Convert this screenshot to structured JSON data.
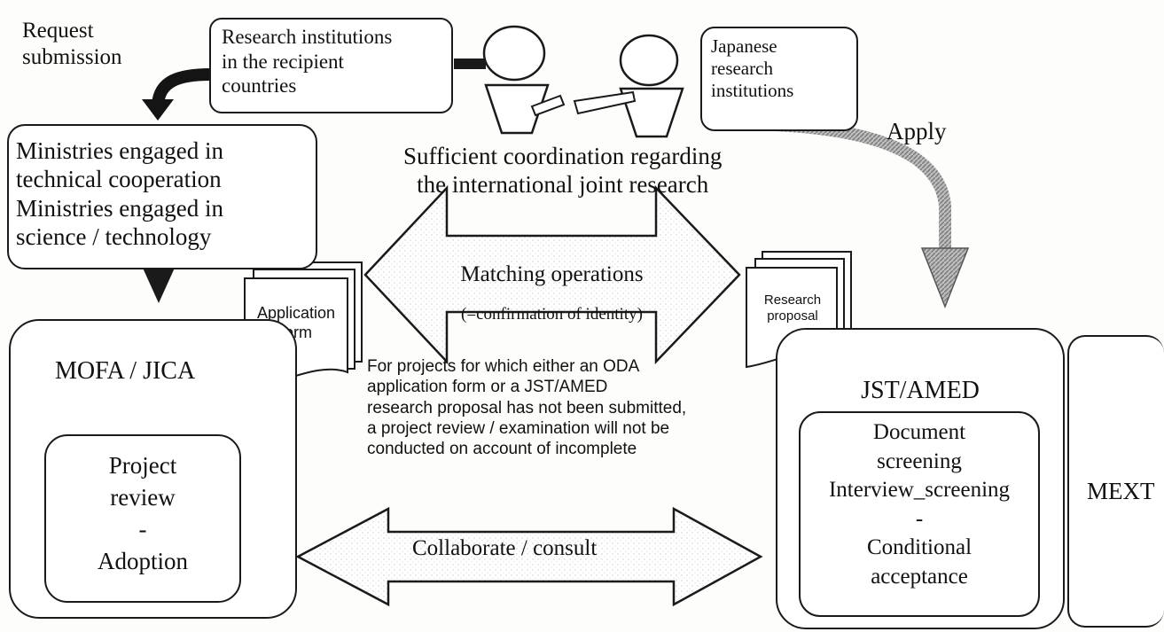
{
  "labels": {
    "request_submission": "Request\nsubmission",
    "apply": "Apply",
    "coordination": "Sufficient coordination regarding\nthe international joint research",
    "note": "For projects for which either an ODA\napplication    form or a JST/AMED\nresearch proposal has not been submitted,\na project review / examination will not be\nconducted on account of incomplete"
  },
  "boxes": {
    "recipient": "Research institutions\nin the recipient\ncountries",
    "japanese": "Japanese\nresearch\ninstitutions",
    "ministries": "Ministries engaged in\ntechnical cooperation\nMinistries engaged in\nscience / technology",
    "mofa_title": "MOFA / JICA",
    "mofa_inner": "Project\nreview\n-\nAdoption",
    "jst_title": "JST/AMED",
    "jst_inner": "Document\nscreening\nInterview_screening\n-\nConditional\nacceptance",
    "mext": "MEXT"
  },
  "documents": {
    "application": "Application\nform",
    "proposal": "Research\nproposal"
  },
  "arrows": {
    "matching": "Matching operations",
    "matching_sub": "(=confirmation of identity)",
    "collaborate": "Collaborate / consult"
  }
}
